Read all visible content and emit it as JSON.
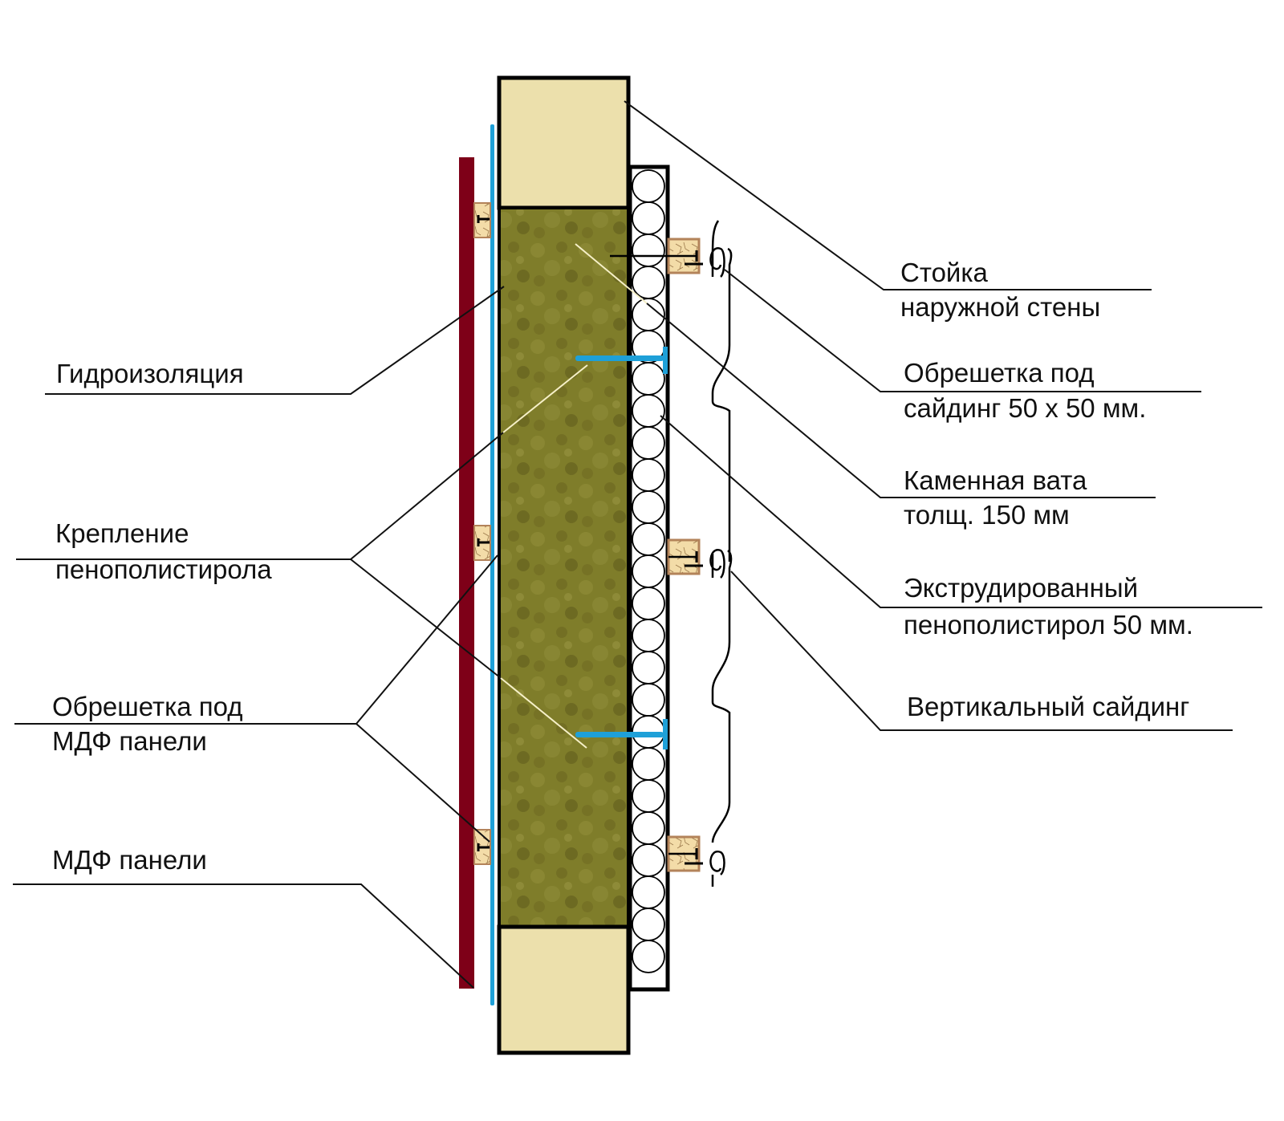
{
  "diagram": {
    "subject": "Wall cross-section: frame wall with vertical siding and MDF interior",
    "colors": {
      "post": "#ece0ac",
      "mineral_wool": "#7f7d2a",
      "mineral_wool_dark": "#5e5a1c",
      "eps_background": "#ffffff",
      "waterproofing": "#1ea0d8",
      "eps_fastener": "#1ea0d8",
      "mdf_panel": "#7e0018",
      "batten_fill": "#f3dca8",
      "batten_border": "#b3835a",
      "outline": "#000000"
    },
    "labels": {
      "left": [
        {
          "id": "waterproofing",
          "lines": [
            "Гидроизоляция"
          ]
        },
        {
          "id": "eps-fastening",
          "lines": [
            "Крепление",
            "пенополистирола"
          ]
        },
        {
          "id": "mdf-battens",
          "lines": [
            "Обрешетка под",
            "МДФ панели"
          ]
        },
        {
          "id": "mdf-panels",
          "lines": [
            "МДФ панели"
          ]
        }
      ],
      "right": [
        {
          "id": "wall-post",
          "lines": [
            "Стойка",
            "наружной стены"
          ]
        },
        {
          "id": "siding-battens",
          "lines": [
            "Обрешетка под",
            "сайдинг 50 х 50 мм."
          ]
        },
        {
          "id": "stone-wool",
          "lines": [
            "Каменная вата",
            "толщ. 150 мм"
          ]
        },
        {
          "id": "xps",
          "lines": [
            "Экструдированный",
            "пенополистирол 50 мм."
          ]
        },
        {
          "id": "vertical-siding",
          "lines": [
            "Вертикальный сайдинг"
          ]
        }
      ]
    }
  }
}
